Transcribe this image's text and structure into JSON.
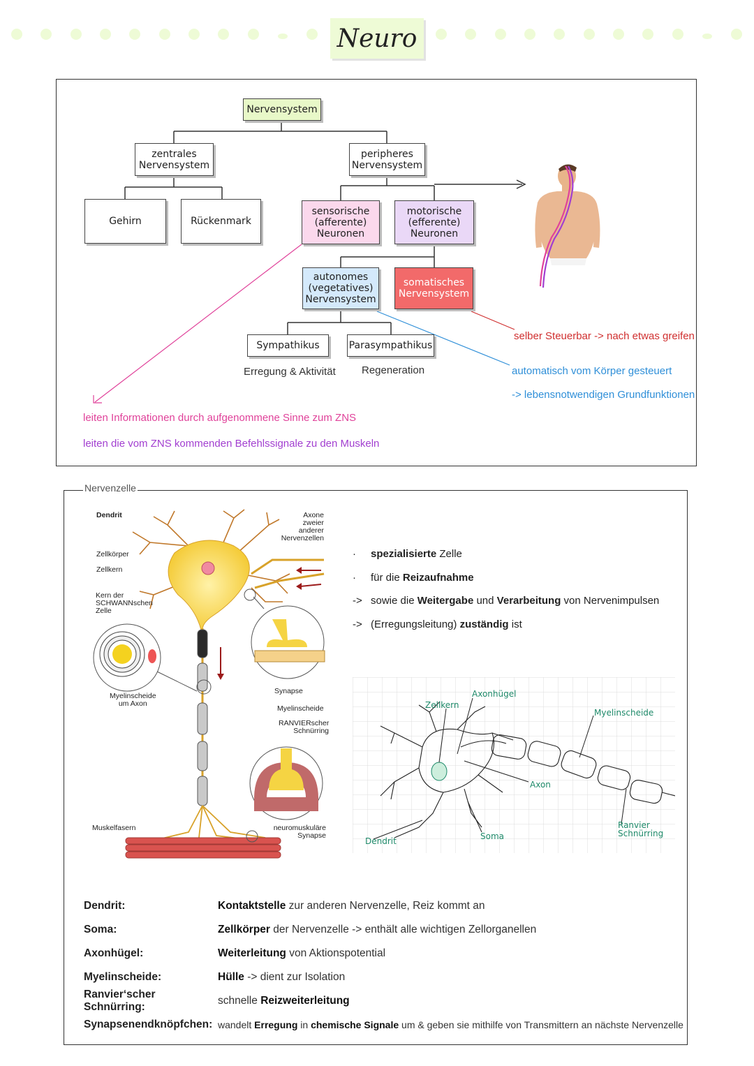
{
  "page": {
    "title": "Neuro"
  },
  "colors": {
    "dot": "#eefbd6",
    "pink": "#e0429a",
    "purple": "#a23fd0",
    "red": "#d03030",
    "blue": "#2f8fd8",
    "green": "#1f8a6a"
  },
  "tree": {
    "root": "Nervensystem",
    "zns": "zentrales\nNervensystem",
    "pns": "peripheres\nNervensystem",
    "gehirn": "Gehirn",
    "rueckenmark": "Rückenmark",
    "sensorisch": "sensorische\n(afferente)\nNeuronen",
    "motorisch": "motorische\n(efferente)\nNeuronen",
    "autonom": "autonomes\n(vegetatives)\nNervensystem",
    "somatisch": "somatisches\nNervensystem",
    "sympathikus": "Sympathikus",
    "parasympathikus": "Parasympathikus"
  },
  "notes": {
    "sympathikus": "Erregung & Aktivität",
    "parasympathikus": "Regeneration",
    "somatisch": "selber Steuerbar -> nach etwas greifen",
    "autonom_1": "automatisch vom Körper gesteuert",
    "autonom_2": "-> lebensnotwendigen Grundfunktionen",
    "sensorisch": "leiten Informationen durch aufgenommene Sinne zum ZNS",
    "motorisch": "leiten die vom ZNS kommenden Befehlssignale zu den Muskeln"
  },
  "section2": {
    "title": "Nervenzelle",
    "bullets": [
      {
        "mark": "·",
        "pre": "",
        "b1": "spezialisierte",
        "mid": " Zelle",
        "b2": "",
        "post": ""
      },
      {
        "mark": "·",
        "pre": "für die ",
        "b1": "Reizaufnahme",
        "mid": "",
        "b2": "",
        "post": ""
      },
      {
        "mark": "->",
        "pre": "sowie die ",
        "b1": "Weitergabe",
        "mid": " und ",
        "b2": "Verarbeitung",
        "post": " von Nervenimpulsen"
      },
      {
        "mark": "->",
        "pre": "(Erregungsleitung) ",
        "b1": "zuständig",
        "mid": " ist",
        "b2": "",
        "post": ""
      }
    ],
    "figure_labels": {
      "dendrit": "Dendrit",
      "axone": "Axone\nzweier\nanderer\nNervenzellen",
      "zellkoerper": "Zellkörper",
      "zellkern": "Zellkern",
      "schwann": "Kern der\nSCHWANNschen\nZelle",
      "myelin_axon": "Myelinscheide\num Axon",
      "synapse": "Synapse",
      "myelinscheide": "Myelinscheide",
      "ranvier": "RANVIERscher\nSchnürring",
      "muskelfasern": "Muskelfasern",
      "nm_synapse": "neuromuskuläre\nSynapse"
    },
    "sketch_labels": {
      "zellkern": "Zellkern",
      "axonhuegel": "Axonhügel",
      "myelinscheide": "Myelinscheide",
      "axon": "Axon",
      "dendrit": "Dendrit",
      "soma": "Soma",
      "ranvier": "Ranvier\nSchnürring"
    },
    "definitions": [
      {
        "term": "Dendrit:",
        "parts": [
          [
            "Kontaktstelle",
            true
          ],
          [
            " zur anderen Nervenzelle, Reiz kommt an",
            false
          ]
        ]
      },
      {
        "term": "Soma:",
        "parts": [
          [
            "Zellkörper",
            true
          ],
          [
            " der Nervenzelle -> enthält alle wichtigen Zellorganellen",
            false
          ]
        ]
      },
      {
        "term": "Axonhügel:",
        "parts": [
          [
            "Weiterleitung",
            true
          ],
          [
            " von Aktionspotential",
            false
          ]
        ]
      },
      {
        "term": "Myelinscheide:",
        "parts": [
          [
            "Hülle",
            true
          ],
          [
            " -> dient zur Isolation",
            false
          ]
        ]
      },
      {
        "term": "Ranvier‘scher Schnürring:",
        "parts": [
          [
            "schnelle ",
            false
          ],
          [
            "Reizweiterleitung",
            true
          ]
        ]
      },
      {
        "term": "Synapsenendknöpfchen:",
        "parts": [
          [
            "wandelt ",
            false
          ],
          [
            "Erregung",
            true
          ],
          [
            " in ",
            false
          ],
          [
            "chemische Signale",
            true
          ],
          [
            " um & geben sie mithilfe von Transmittern an nächste Nervenzelle",
            false
          ]
        ]
      }
    ]
  }
}
